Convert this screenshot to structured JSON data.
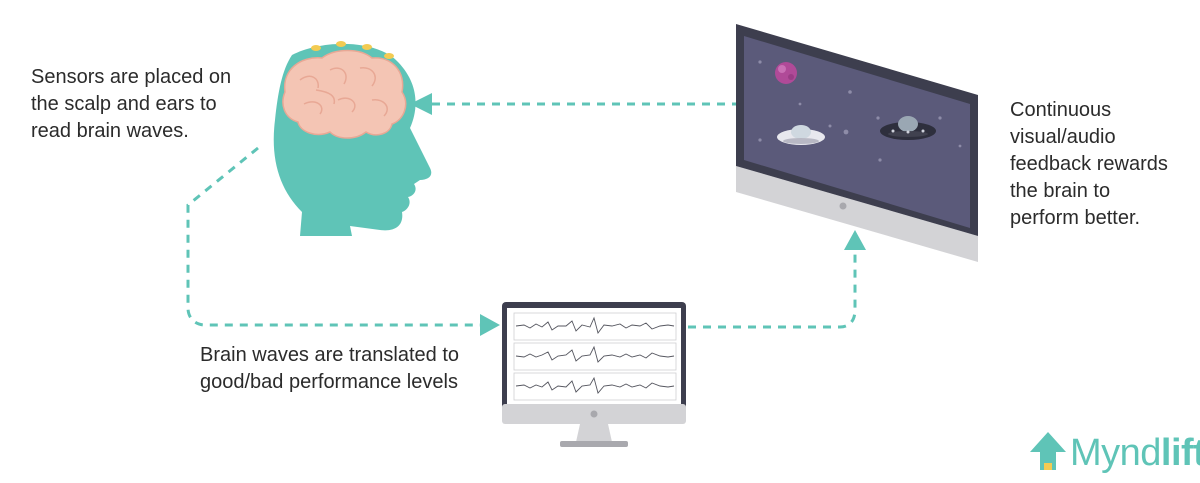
{
  "captions": {
    "sensors": "Sensors are placed on\nthe scalp and ears to\nread brain waves.",
    "feedback": "Continuous\nvisual/audio\nfeedback rewards\nthe brain to\nperform better.",
    "translate": "Brain waves are translated to\ngood/bad performance levels"
  },
  "logo": {
    "word_light": "Mynd",
    "word_bold": "lift"
  },
  "colors": {
    "teal": "#5fc4b7",
    "screen_purple": "#5b5a7a",
    "monitor_frame": "#3d3e4e",
    "stand_gray": "#c9c9cc",
    "brain_pink": "#f4c5b4",
    "sensor_yellow": "#f3cb52"
  },
  "icons": {
    "head": "head-with-brain-icon",
    "game_monitor": "game-monitor-icon",
    "eeg_monitor": "eeg-monitor-icon",
    "logo_mark": "arrow-up-logo-icon"
  }
}
